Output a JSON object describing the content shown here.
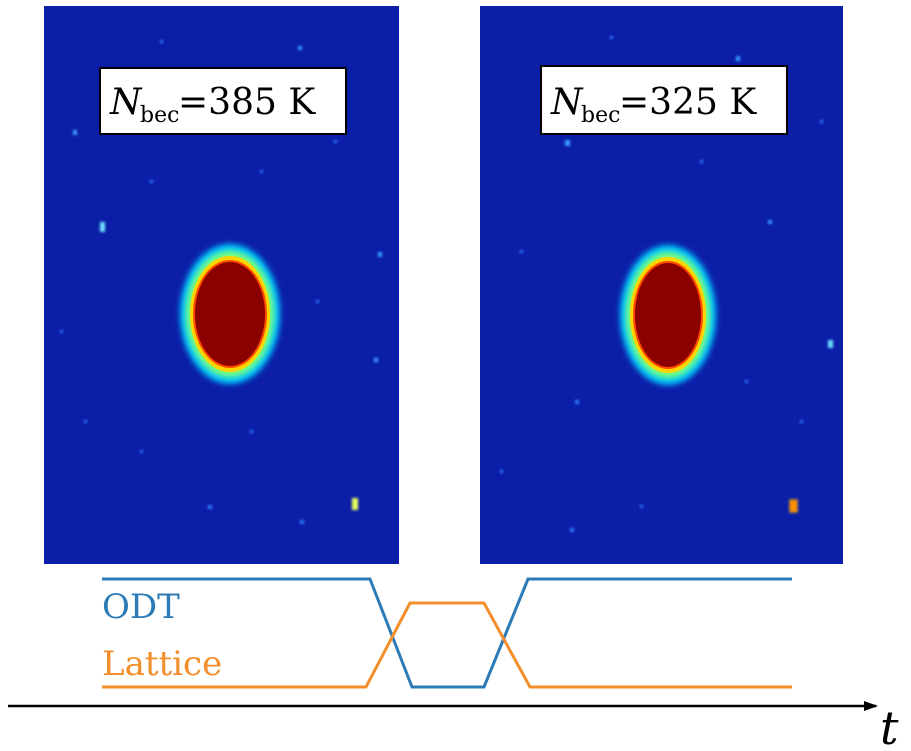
{
  "colors": {
    "odt": "#2c7bb6",
    "lattice": "#f28e2b",
    "background": "#0b1ea8",
    "core": "#8b0000"
  },
  "panels": [
    {
      "label_symbol": "N",
      "label_subscript": "bec",
      "label_value": "=385 K"
    },
    {
      "label_symbol": "N",
      "label_subscript": "bec",
      "label_value": "=325 K"
    }
  ],
  "timing": {
    "odt_label": "ODT",
    "lattice_label": "Lattice",
    "time_axis_label": "t"
  }
}
